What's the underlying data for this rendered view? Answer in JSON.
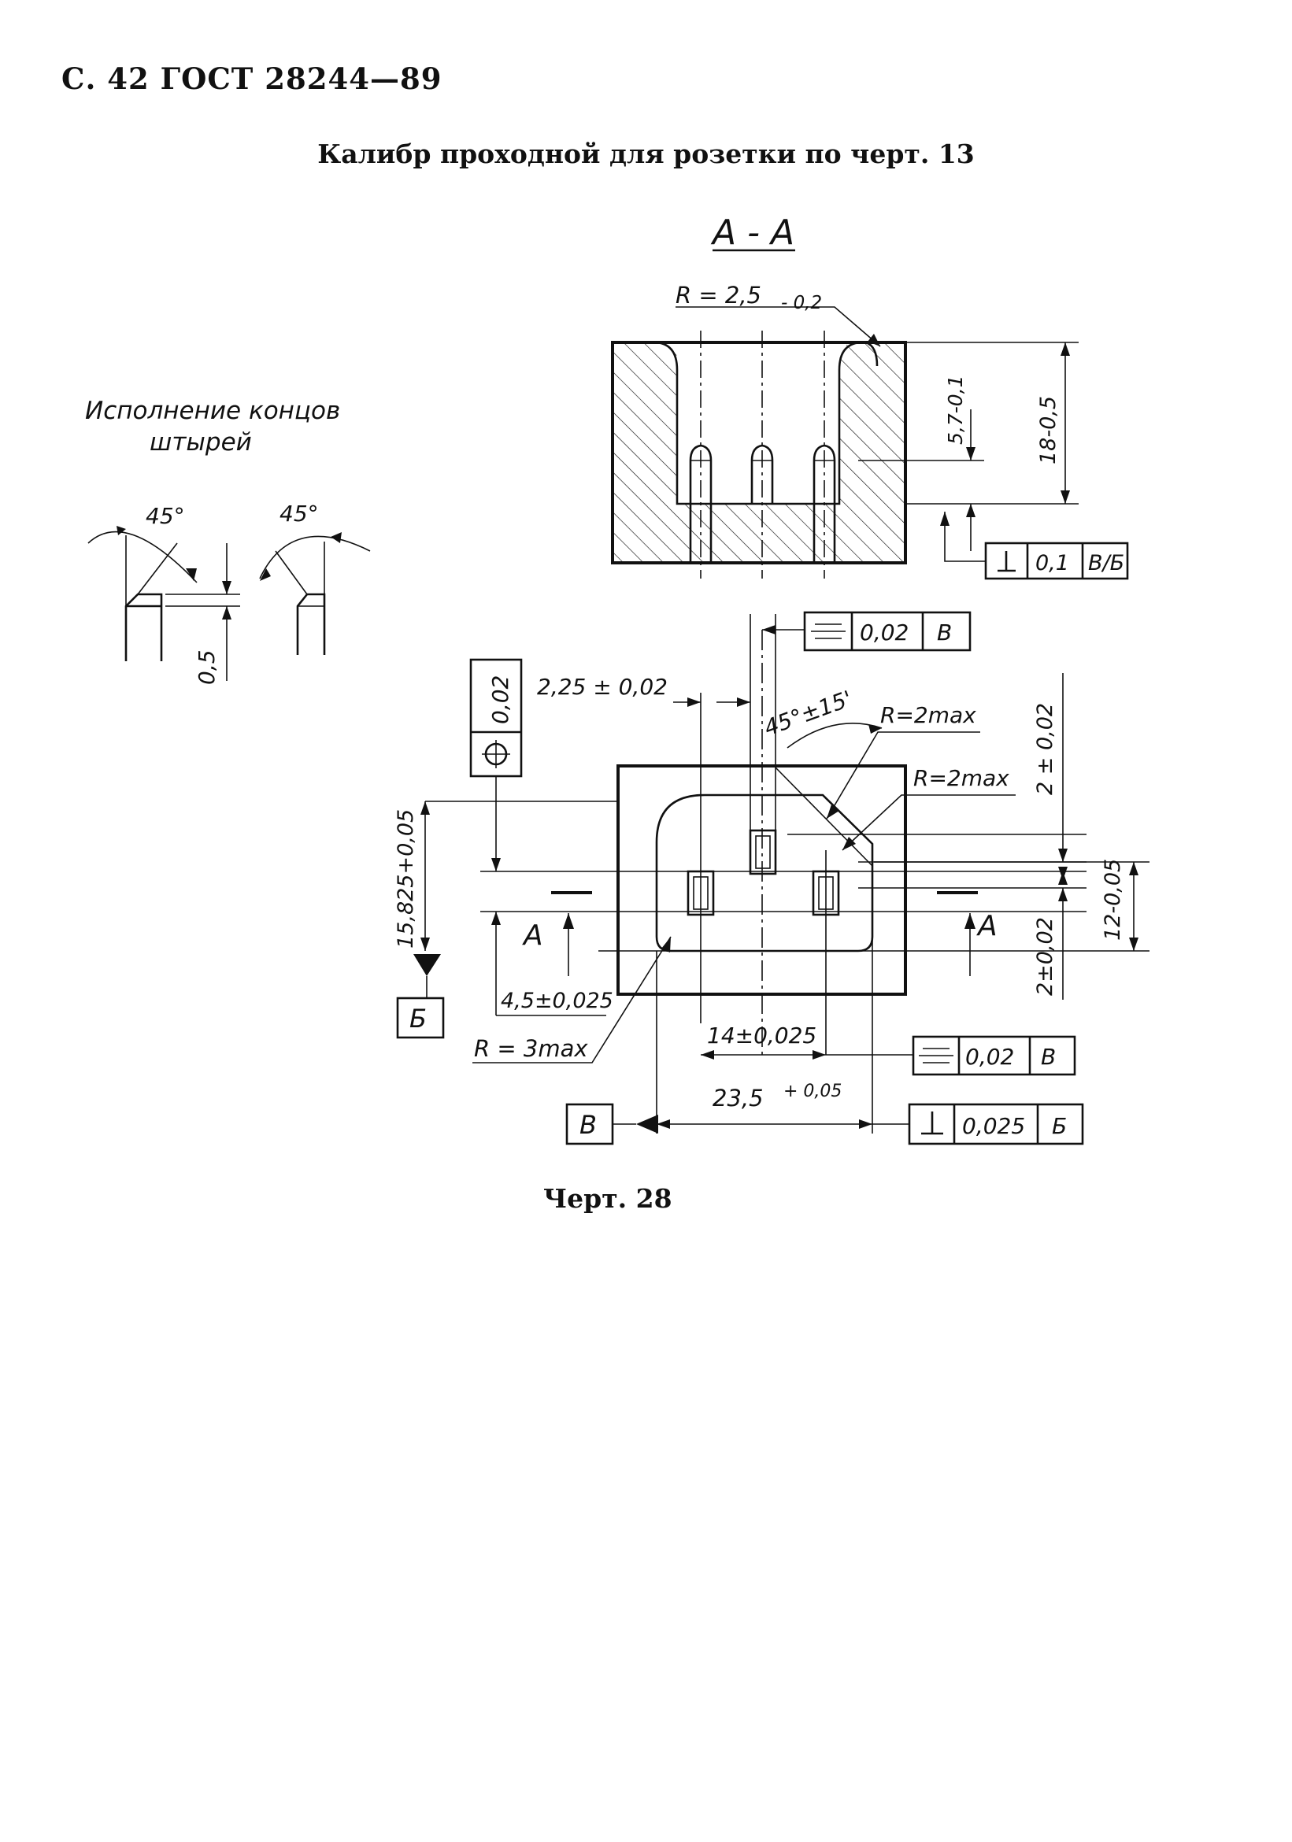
{
  "header": {
    "page_ref": "С. 42 ГОСТ 28244—89"
  },
  "title": "Калибр проходной для розетки по черт. 13",
  "caption": "Черт. 28",
  "left_view": {
    "title_line1": "Исполнение концов",
    "title_line2": "штырей",
    "angle_left": "45°",
    "angle_right": "45°",
    "chamfer": "0,5"
  },
  "section": {
    "label": "А - А",
    "radius": "R = 2,5",
    "radius_tol": "- 0,2",
    "dim_depth": "5,7-0,1",
    "dim_height": "18-0,5",
    "perp_tol": "0,1",
    "perp_datum": "В/Б"
  },
  "plan": {
    "sym_tol_top": "0,02",
    "sym_datum_top": "В",
    "pos_tol": "0,02",
    "dim_225": "2,25 ± 0,02",
    "angle": "45°±15'",
    "r2max_1": "R=2max",
    "r2max_2": "R=2max",
    "dim_2_top": "2 ± 0,02",
    "dim_12": "12-0,05",
    "dim_2_bottom": "2±0,02",
    "dim_15825": "15,825+0,05",
    "datum_b": "Б",
    "dim_45": "4,5±0,025",
    "section_mark_left": "А",
    "section_mark_right": "А",
    "r3max": "R = 3max",
    "dim_14": "14±0,025",
    "sym_tol_bottom": "0,02",
    "sym_datum_bottom": "В",
    "dim_235": "23,5",
    "dim_235_tol": "+ 0,05",
    "datum_v": "В",
    "perp_tol_bottom": "0,025",
    "perp_datum_bottom": "Б"
  }
}
